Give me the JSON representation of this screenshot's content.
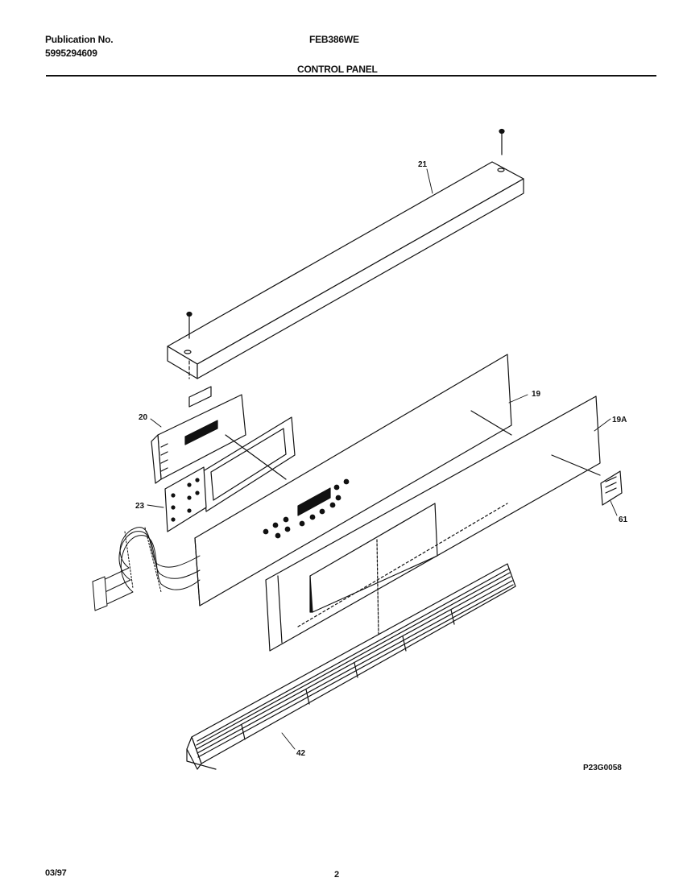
{
  "header": {
    "publication_label": "Publication No.",
    "publication_number": "5995294609",
    "model": "FEB386WE",
    "section_title": "CONTROL PANEL"
  },
  "callouts": {
    "c21": "21",
    "c19": "19",
    "c19a": "19A",
    "c20": "20",
    "c23": "23",
    "c61": "61",
    "c42": "42"
  },
  "figure_id": "P23G0058",
  "footer": {
    "date": "03/97",
    "page": "2"
  }
}
